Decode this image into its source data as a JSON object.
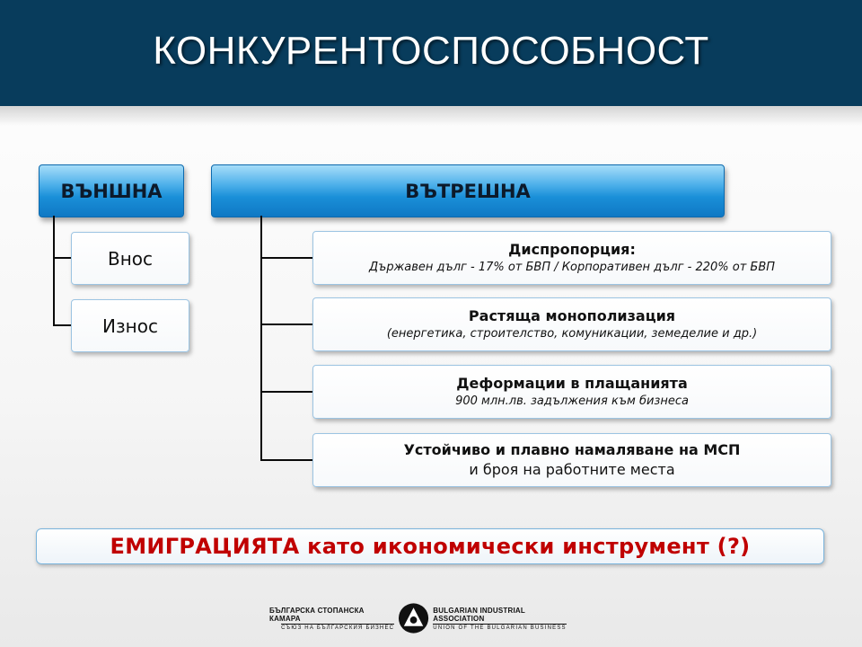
{
  "title": "КОНКУРЕНТОСПОСОБНОСТ",
  "outer": {
    "label": "ВЪНШНА",
    "items": [
      "Внос",
      "Износ"
    ]
  },
  "inner": {
    "label": "ВЪТРЕШНА",
    "items": [
      {
        "title": "Диспропорция:",
        "sub": "Държавен дълг - 17% от БВП / Корпоративен дълг - 220% от БВП"
      },
      {
        "title": "Растяща монополизация",
        "sub": "(енергетика, строителство, комуникации, земеделие и др.)"
      },
      {
        "title": "Деформации в плащанията",
        "sub": "900 млн.лв. задължения към бизнеса"
      },
      {
        "title": "Устойчиво и плавно намаляване на МСП",
        "sub": "и броя на работните места"
      }
    ]
  },
  "emigration": "ЕМИГРАЦИЯТА като икономически инструмент (?)",
  "logo": {
    "left_main": "БЪЛГАРСКА СТОПАНСКА КАМАРА",
    "left_sub": "СЪЮЗ НА БЪЛГАРСКИЯ БИЗНЕС",
    "right_main": "BULGARIAN INDUSTRIAL ASSOCIATION",
    "right_sub": "UNION OF THE BULGARIAN BUSINESS"
  },
  "colors": {
    "title_bar": "#083c5c",
    "header_box": "#1a8fd8",
    "emigration_text": "#c00000"
  }
}
